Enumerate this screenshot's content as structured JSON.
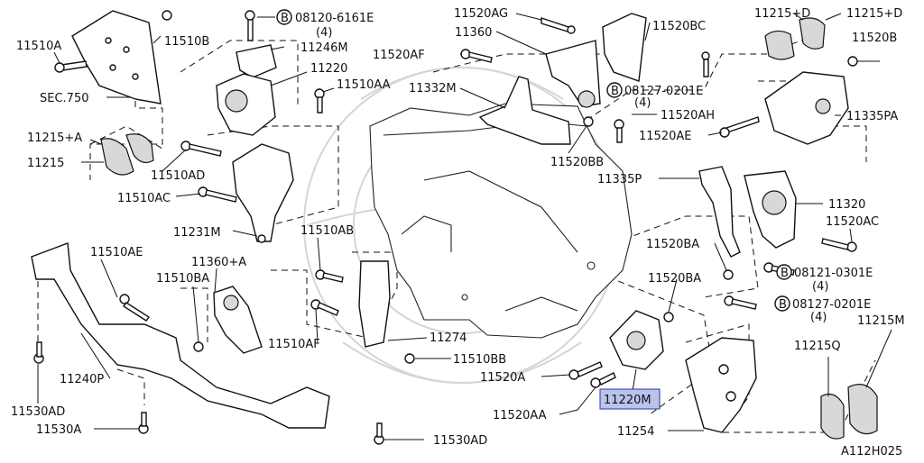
{
  "diagram": {
    "part_labels": [
      "11510A",
      "11510B",
      "08120-6161E",
      "(4)",
      "11246M",
      "11220",
      "11510AA",
      "SEC.750",
      "11215+A",
      "11215",
      "11510AD",
      "11510AC",
      "11231M",
      "11520AG",
      "11360",
      "11520AF",
      "11332M",
      "11520BC",
      "08127-0201E",
      "(4)",
      "11520AH",
      "11520AE",
      "11520BB",
      "11215+D",
      "11215+D",
      "11520B",
      "11335PA",
      "11335P",
      "11320",
      "11520AC",
      "08121-0301E",
      "(4)",
      "08127-0201E",
      "(4)",
      "11520BA",
      "11520BA",
      "11510AE",
      "11360+A",
      "11510BA",
      "11510AB",
      "11510AF",
      "11274",
      "11510BB",
      "11240P",
      "11530AD",
      "11530A",
      "11530AD",
      "11520A",
      "11520AA",
      "11220M",
      "11215Q",
      "11215M",
      "11254"
    ],
    "circle_marker": "B",
    "highlighted_label": "11220M",
    "figure_code": "A112H025"
  }
}
